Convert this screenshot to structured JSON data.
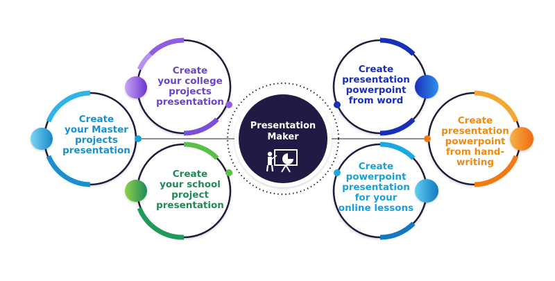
{
  "center": {
    "title": "Presentation\nMaker",
    "icon": "presenter-board-icon"
  },
  "colors": {
    "navy": "#1f1b45",
    "purple": "#7b4fd6",
    "blue": "#1d3fd8",
    "cyan": "#1b9fd8",
    "orange": "#f07b12",
    "green": "#2aa64a",
    "lightblue": "#19a8e0"
  },
  "nodes": [
    {
      "id": "college",
      "text": "Create\nyour college\nprojects\npresentation",
      "color": "#6a43c9"
    },
    {
      "id": "master",
      "text": "Create\nyour Master\nprojects\npresentation",
      "color": "#1a8fd0"
    },
    {
      "id": "school",
      "text": "Create\nyour school\nproject\npresentation",
      "color": "#1f8a55"
    },
    {
      "id": "word",
      "text": "Create\npresentation\npowerpoint\nfrom word",
      "color": "#1a2fb8"
    },
    {
      "id": "handwriting",
      "text": "Create\npresentation\npowerpoint\nfrom hand-\nwriting",
      "color": "#f08a12"
    },
    {
      "id": "online",
      "text": "Create\npowerpoint\npresentation\nfor your\nonline lessons",
      "color": "#1aa0d8"
    }
  ]
}
